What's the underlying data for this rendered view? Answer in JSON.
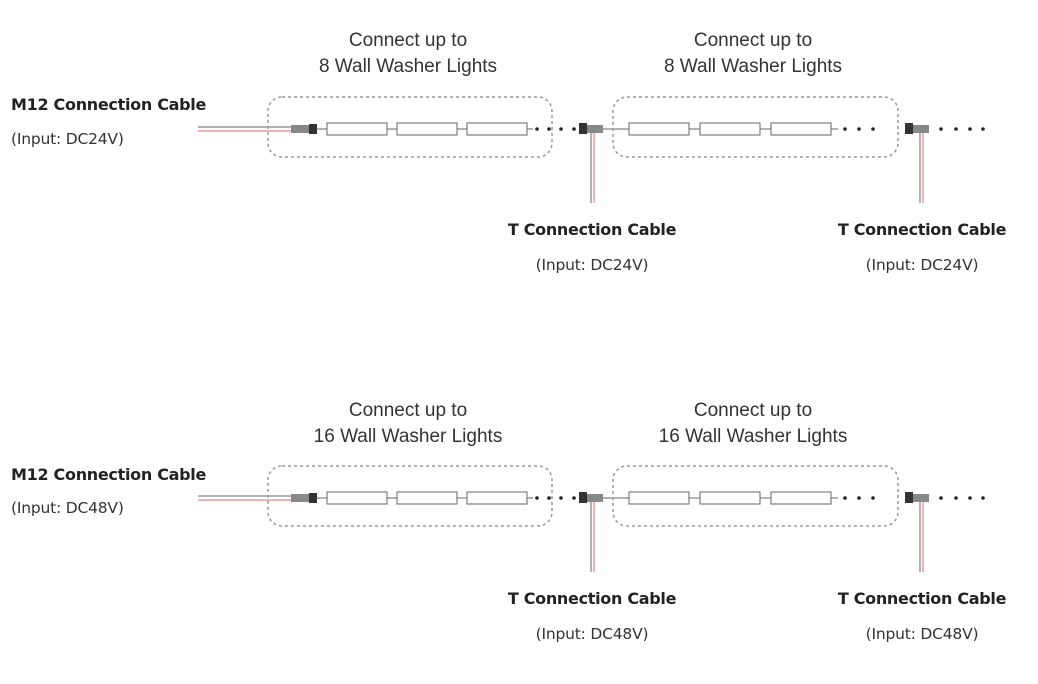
{
  "colors": {
    "line": "#666666",
    "box": "#999999",
    "dot": "#222222",
    "wire_red": "#e06666",
    "connector": "#333333"
  },
  "sections": [
    {
      "group_titles": [
        {
          "line1": "Connect up to",
          "line2": "8 Wall Washer Lights"
        },
        {
          "line1": "Connect up to",
          "line2": "8 Wall Washer Lights"
        }
      ],
      "m12_cable": {
        "name": "M12 Connection Cable",
        "input": "(Input: DC24V)"
      },
      "t_cables": [
        {
          "name": "T Connection Cable",
          "input": "(Input: DC24V)"
        },
        {
          "name": "T Connection Cable",
          "input": "(Input: DC24V)"
        }
      ]
    },
    {
      "group_titles": [
        {
          "line1": "Connect up to",
          "line2": "16 Wall Washer Lights"
        },
        {
          "line1": "Connect up to",
          "line2": "16 Wall Washer Lights"
        }
      ],
      "m12_cable": {
        "name": "M12 Connection Cable",
        "input": "(Input: DC48V)"
      },
      "t_cables": [
        {
          "name": "T Connection Cable",
          "input": "(Input: DC48V)"
        },
        {
          "name": "T Connection Cable",
          "input": "(Input: DC48V)"
        }
      ]
    }
  ]
}
